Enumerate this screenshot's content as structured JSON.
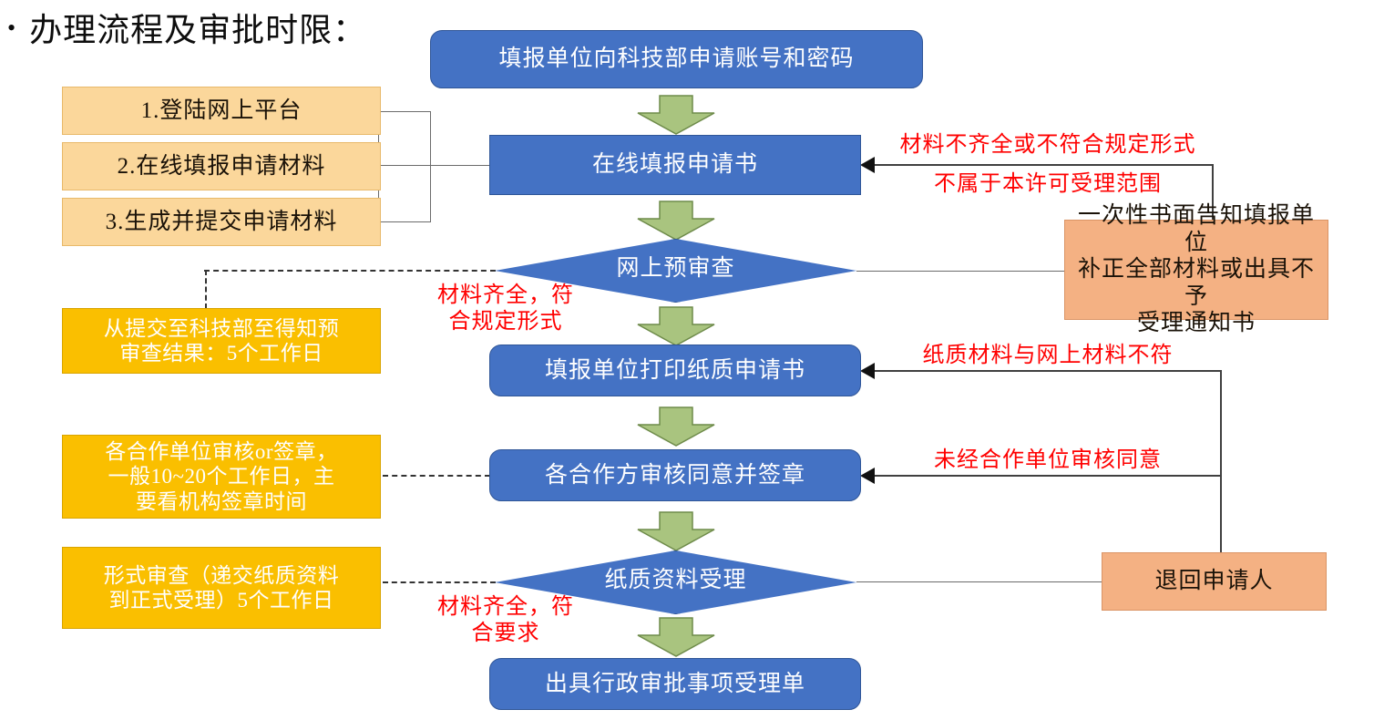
{
  "title": {
    "bullet": "•",
    "text": "办理流程及审批时限："
  },
  "colors": {
    "blue": "#4472C4",
    "blue_border": "#2F5597",
    "tan": "#FBD79B",
    "gold": "#FABF00",
    "salmon": "#F4B183",
    "green_arrow": "#A9C47F",
    "green_arrow_border": "#6E8B4A",
    "red_text": "#FF0000",
    "line": "#404040"
  },
  "flow": {
    "steps": [
      {
        "id": "apply-account",
        "label": "填报单位向科技部申请账号和密码",
        "shape": "rounded-rect"
      },
      {
        "id": "online-form",
        "label": "在线填报申请书",
        "shape": "rect"
      },
      {
        "id": "online-prereview",
        "label": "网上预审查",
        "shape": "diamond"
      },
      {
        "id": "print-paper",
        "label": "填报单位打印纸质申请书",
        "shape": "rounded-rect"
      },
      {
        "id": "partners-sign",
        "label": "各合作方审核同意并签章",
        "shape": "rounded-rect"
      },
      {
        "id": "paper-accept",
        "label": "纸质资料受理",
        "shape": "diamond"
      },
      {
        "id": "issue-receipt",
        "label": "出具行政审批事项受理单",
        "shape": "rounded-rect"
      }
    ]
  },
  "substeps": [
    {
      "id": "step-1",
      "label": "1.登陆网上平台"
    },
    {
      "id": "step-2",
      "label": "2.在线填报申请材料"
    },
    {
      "id": "step-3",
      "label": "3.生成并提交申请材料"
    }
  ],
  "notes": [
    {
      "id": "note-prereview-time",
      "label": "从提交至科技部至得知预\n审查结果：5个工作日"
    },
    {
      "id": "note-partner-time",
      "label": "各合作单位审核or签章，\n一般10~20个工作日，主\n要看机构签章时间"
    },
    {
      "id": "note-formal-time",
      "label": "形式审查（递交纸质资料\n到正式受理）5个工作日"
    }
  ],
  "outcomes": [
    {
      "id": "written-notice",
      "label": "一次性书面告知填报单位\n补正全部材料或出具不予\n受理通知书"
    },
    {
      "id": "return-applicant",
      "label": "退回申请人"
    }
  ],
  "conditions": [
    {
      "id": "cond-incomplete",
      "label": "材料不齐全或不符合规定形式"
    },
    {
      "id": "cond-out-of-scope",
      "label": "不属于本许可受理范围"
    },
    {
      "id": "cond-complete-1",
      "label": "材料齐全，符\n合规定形式"
    },
    {
      "id": "cond-paper-mismatch",
      "label": "纸质材料与网上材料不符"
    },
    {
      "id": "cond-no-partner-approval",
      "label": "未经合作单位审核同意"
    },
    {
      "id": "cond-complete-2",
      "label": "材料齐全，符\n合要求"
    }
  ]
}
